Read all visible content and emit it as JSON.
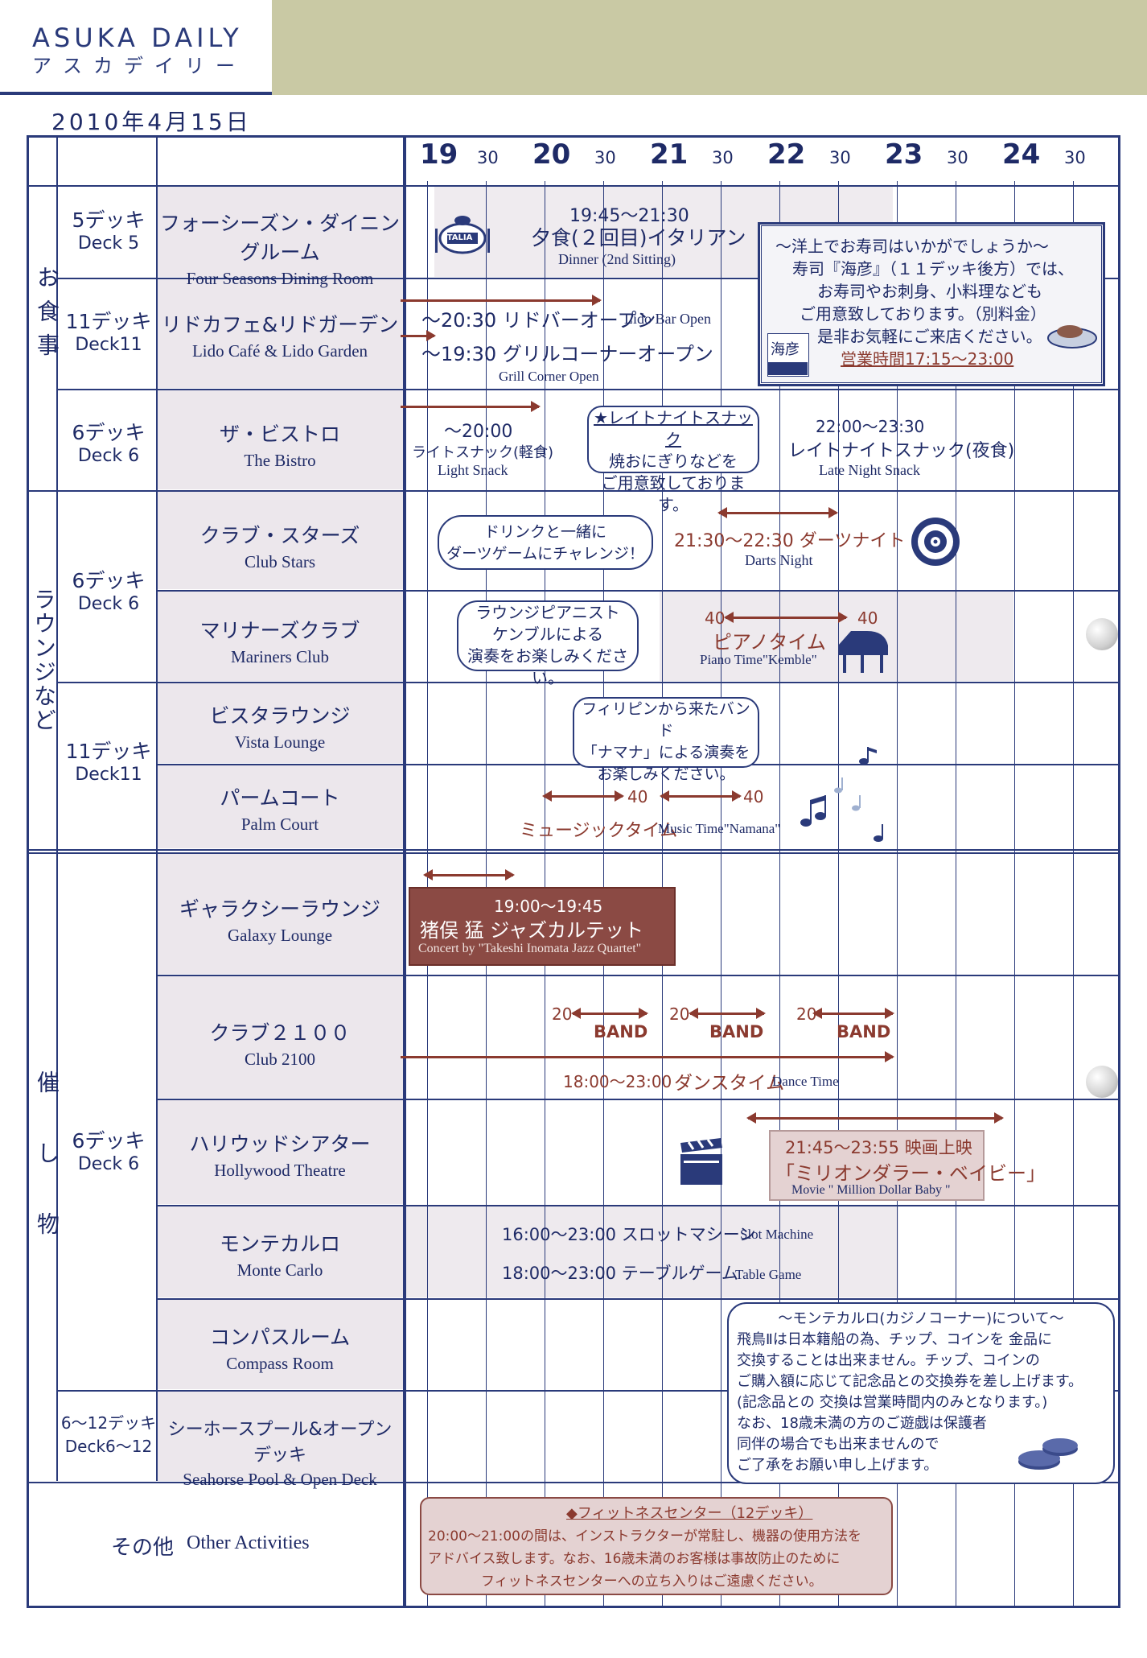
{
  "header": {
    "brand_en": "ASUKA DAILY",
    "brand_ja": "アスカデイリー",
    "date": "2010年4月15日"
  },
  "timeline": {
    "hours": [
      "19",
      "20",
      "21",
      "22",
      "23",
      "24"
    ],
    "half": "30"
  },
  "categories": {
    "dining": "お食事",
    "lounge": "ラウンジなど",
    "events": "催し物",
    "other_ja": "その他",
    "other_en": "Other Activities"
  },
  "decks": {
    "d5": {
      "ja": "5デッキ",
      "en": "Deck 5"
    },
    "d11a": {
      "ja": "11デッキ",
      "en": "Deck11"
    },
    "d6a": {
      "ja": "6デッキ",
      "en": "Deck 6"
    },
    "d6b": {
      "ja": "6デッキ",
      "en": "Deck 6"
    },
    "d11b": {
      "ja": "11デッキ",
      "en": "Deck11"
    },
    "d6c": {
      "ja": "6デッキ",
      "en": "Deck 6"
    },
    "d612": {
      "ja": "6〜12デッキ",
      "en": "Deck6〜12"
    }
  },
  "venues": {
    "four_seasons": {
      "ja": "フォーシーズン・ダイニングルーム",
      "en": "Four Seasons Dining Room"
    },
    "lido": {
      "ja": "リドカフェ&リドガーデン",
      "en": "Lido Café & Lido Garden"
    },
    "bistro": {
      "ja": "ザ・ビストロ",
      "en": "The Bistro"
    },
    "club_stars": {
      "ja": "クラブ・スターズ",
      "en": "Club Stars"
    },
    "mariners": {
      "ja": "マリナーズクラブ",
      "en": "Mariners Club"
    },
    "vista": {
      "ja": "ビスタラウンジ",
      "en": "Vista Lounge"
    },
    "palm": {
      "ja": "パームコート",
      "en": "Palm Court"
    },
    "galaxy": {
      "ja": "ギャラクシーラウンジ",
      "en": "Galaxy Lounge"
    },
    "club2100": {
      "ja": "クラブ２１００",
      "en": "Club 2100"
    },
    "hollywood": {
      "ja": "ハリウッドシアター",
      "en": "Hollywood Theatre"
    },
    "monte": {
      "ja": "モンテカルロ",
      "en": "Monte Carlo"
    },
    "compass": {
      "ja": "コンパスルーム",
      "en": "Compass Room"
    },
    "seahorse": {
      "ja": "シーホースプール&オープンデッキ",
      "en": "Seahorse Pool & Open Deck"
    }
  },
  "events": {
    "dinner_time": "19:45〜21:30",
    "dinner_ja": "夕食(２回目)イタリアン",
    "dinner_en": "Dinner (2nd Sitting)",
    "italia": "ITALIA",
    "sushi_box": {
      "l1": "〜洋上でお寿司はいかがでしょうか〜",
      "l2": "寿司『海彦』（１１デッキ後方）では、",
      "l3": "お寿司やお刺身、小料理なども",
      "l4": "ご用意致しております。（別料金）",
      "l5": "是非お気軽にご来店ください。",
      "l6": "営業時間17:15〜23:00",
      "sign": "海彦"
    },
    "lido_bar": "〜20:30 リドバーオープン",
    "lido_bar_en": "Lido Bar Open",
    "grill": "〜19:30 グリルコーナーオープン",
    "grill_en": "Grill Corner Open",
    "snack_time": "〜20:00",
    "snack_ja": "ライトスナック(軽食)",
    "snack_en": "Light Snack",
    "late_bubble_title": "★レイトナイトスナック",
    "late_bubble_l2": "焼おにぎりなどを",
    "late_bubble_l3": "ご用意致しております。",
    "late_time": "22:00〜23:30",
    "late_ja": "レイトナイトスナック(夜食)",
    "late_en": "Late Night Snack",
    "darts_bubble_l1": "ドリンクと一緒に",
    "darts_bubble_l2": "ダーツゲームにチャレンジ！",
    "darts_ja": "21:30〜22:30 ダーツナイト",
    "darts_en": "Darts Night",
    "piano_bubble_l1": "ラウンジピアニスト",
    "piano_bubble_l2": "ケンブルによる",
    "piano_bubble_l3": "演奏をお楽しみください。",
    "piano_40a": "40",
    "piano_40b": "40",
    "piano_ja": "ピアノタイム",
    "piano_en": "Piano Time\"Kemble\"",
    "band_bubble_l1": "フィリピンから来たバンド",
    "band_bubble_l2": "「ナマナ」による演奏を",
    "band_bubble_l3": "お楽しみください。",
    "music_40a": "40",
    "music_40b": "40",
    "music_ja": "ミュージックタイム",
    "music_en": "Music Time\"Namana\"",
    "jazz_time": "19:00〜19:45",
    "jazz_ja": "猪俣 猛 ジャズカルテット",
    "jazz_en": "Concert by \"Takeshi Inomata Jazz Quartet\"",
    "band_20": "20",
    "band_label": "BAND",
    "dance_time": "18:00〜23:00",
    "dance_ja": "ダンスタイム",
    "dance_en": "Dance Time",
    "movie_time": "21:45〜23:55 映画上映",
    "movie_ja": "「ミリオンダラー・ベイビー」",
    "movie_en": "Movie \" Million Dollar Baby \"",
    "slot": "16:00〜23:00 スロットマシーン",
    "slot_en": "Slot Machine",
    "table": "18:00〜23:00 テーブルゲーム",
    "table_en": "Table Game",
    "casino": {
      "title": "〜モンテカルロ(カジノコーナー)について〜",
      "l1": "飛鳥Ⅱは日本籍船の為、チップ、コインを 金品に",
      "l2": "交換することは出来ません。チップ、コインの",
      "l3": "ご購入額に応じて記念品との交換券を差し上げます。",
      "l4": "(記念品との 交換は営業時間内のみとなります。)",
      "l5": "なお、18歳未満の方のご遊戯は保護者",
      "l6": "同伴の場合でも出来ませんので",
      "l7": "ご了承をお願い申し上げます。"
    },
    "fitness": {
      "title": "◆フィットネスセンター（12デッキ）",
      "l1": "20:00〜21:00の間は、インストラクターが常駐し、機器の使用方法を",
      "l2": "アドバイス致します。なお、16歳未満のお客様は事故防止のために",
      "l3": "フィットネスセンターへの立ち入りはご遠慮ください。"
    }
  },
  "colors": {
    "navy": "#2a3a7a",
    "brown": "#8b3a2f",
    "khaki": "#c9c9a4",
    "shade": "#ece7ec",
    "box_brown": "#8b4a44"
  }
}
